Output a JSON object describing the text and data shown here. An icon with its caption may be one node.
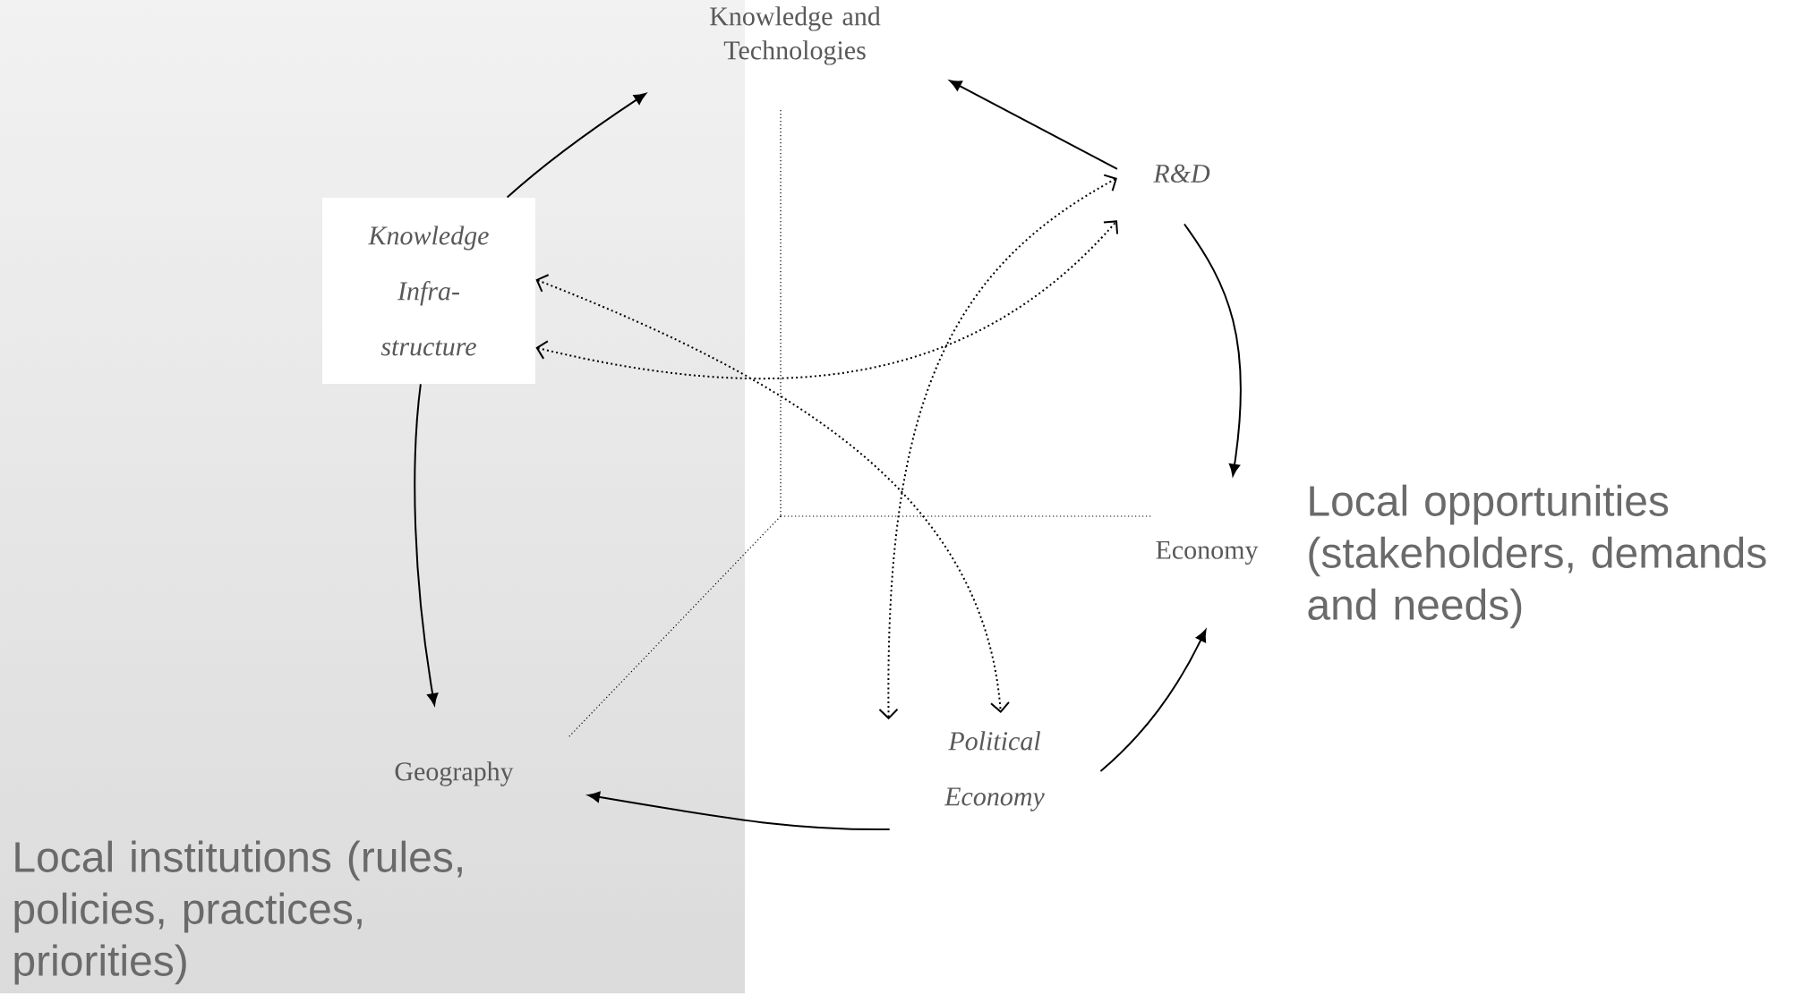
{
  "diagram": {
    "nodes": [
      {
        "text": [
          "Knowledge and Technologies"
        ]
      },
      {
        "text": [
          "R&D"
        ]
      },
      {
        "text": [
          "Knowledge Infra- structure"
        ]
      },
      {
        "text": [
          "Economy"
        ]
      },
      {
        "text": [
          "Local opportunities (stakeholders, demands and needs)"
        ]
      },
      {
        "text": [
          "Geography"
        ]
      },
      {
        "text": [
          "Political Economy"
        ]
      },
      {
        "text": [
          "Local institutions (rules, policies, practices, priorities)"
        ]
      }
    ],
    "edges": [
      {
        "from": 2,
        "to": 0,
        "arrow": "to"
      },
      {
        "from": 1,
        "to": 0,
        "arrow": "to"
      },
      {
        "from": 1,
        "to": 3,
        "arrow": "to"
      },
      {
        "from": 6,
        "to": 3,
        "arrow": "to"
      },
      {
        "from": 6,
        "to": 5,
        "arrow": "to"
      },
      {
        "from": 2,
        "to": 5,
        "arrow": "to"
      },
      {
        "from": 2,
        "to": 6,
        "arrow": "both",
        "style": "dashed"
      },
      {
        "from": 2,
        "to": 1,
        "arrow": "both",
        "style": "dashed"
      },
      {
        "from": 1,
        "to": 6,
        "arrow": "both",
        "style": "dashed"
      }
    ]
  }
}
